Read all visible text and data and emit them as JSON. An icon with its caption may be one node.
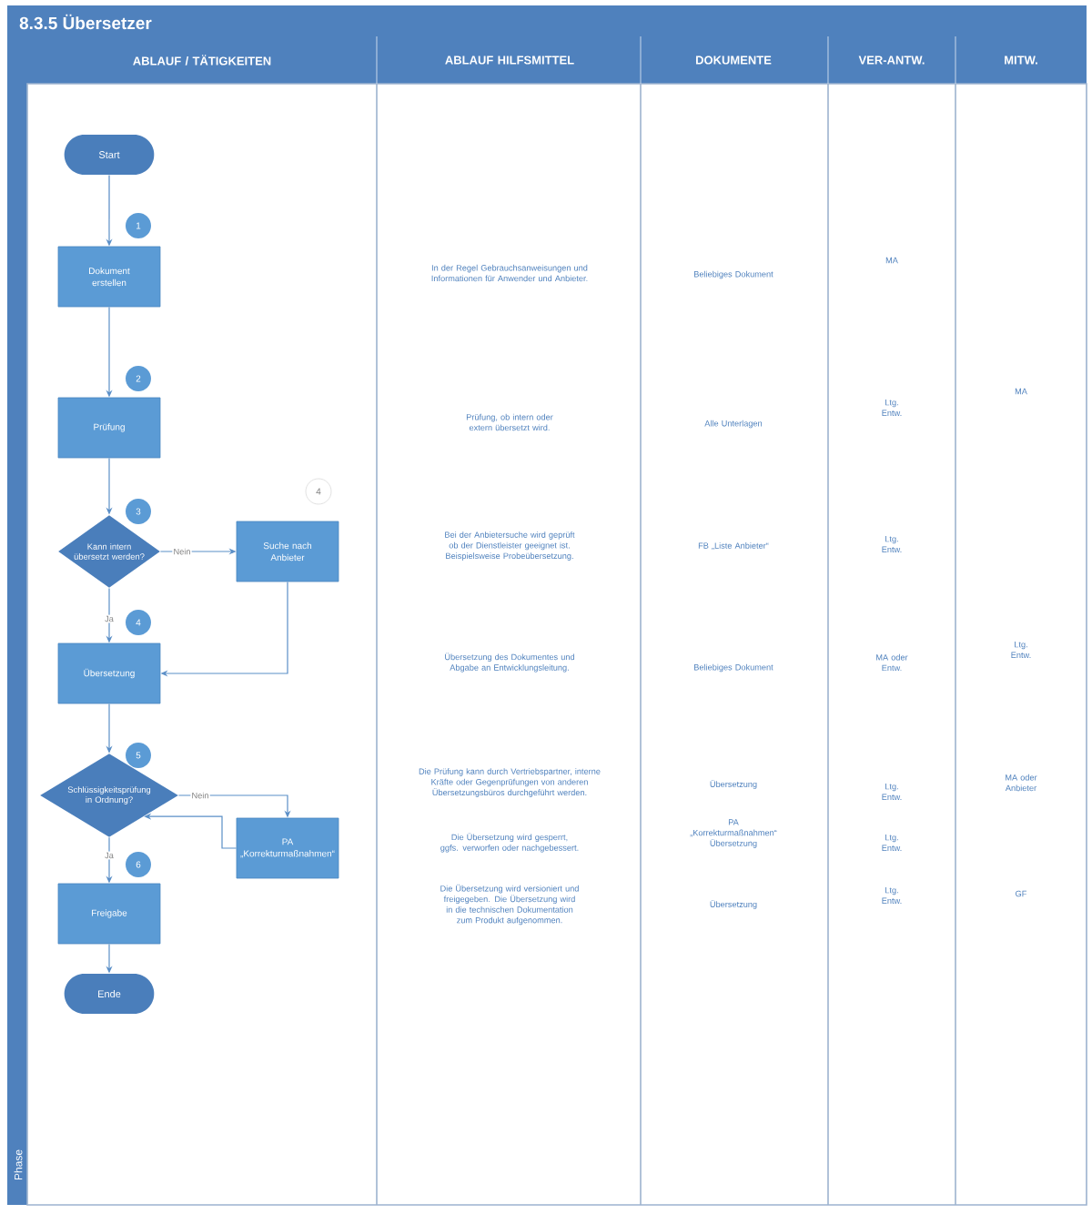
{
  "diagram": {
    "title": "8.3.5 Übersetzer",
    "nodes": [
      {
        "text": [
          "Start"
        ]
      },
      {
        "text": [
          "Dokument erstellen"
        ]
      },
      {
        "text": [
          "Prüfung"
        ]
      },
      {
        "text": [
          "Kann intern übersetzt werden?"
        ]
      },
      {
        "text": [
          "Suche nach Anbieter"
        ]
      },
      {
        "text": [
          "Übersetzung"
        ]
      },
      {
        "text": [
          "Schlüssigkeitsprüfung in Ordnung?"
        ]
      },
      {
        "text": [
          "PA „Korrekturmaßnahmen“"
        ]
      },
      {
        "text": [
          "Freigabe"
        ]
      },
      {
        "text": [
          "Ende"
        ]
      },
      {
        "text": [
          "1"
        ]
      },
      {
        "text": [
          "2"
        ]
      },
      {
        "text": [
          "3"
        ]
      },
      {
        "text": [
          "4"
        ]
      },
      {
        "text": [
          "4"
        ]
      },
      {
        "text": [
          "5"
        ]
      },
      {
        "text": [
          "6"
        ]
      }
    ],
    "edges": [
      {
        "from": 0,
        "to": 1,
        "arrow": "to"
      },
      {
        "from": 1,
        "to": 2,
        "arrow": "to"
      },
      {
        "from": 2,
        "to": 3,
        "arrow": "to"
      },
      {
        "from": 3,
        "to": 4,
        "arrow": "to",
        "label": "Nein"
      },
      {
        "from": 4,
        "to": 5,
        "arrow": "to"
      },
      {
        "from": 3,
        "to": 5,
        "arrow": "to",
        "label": "Ja"
      },
      {
        "from": 5,
        "to": 6,
        "arrow": "to"
      },
      {
        "from": 6,
        "to": 7,
        "arrow": "to",
        "label": "Nein"
      },
      {
        "from": 7,
        "to": 6,
        "arrow": "to"
      },
      {
        "from": 6,
        "to": 8,
        "arrow": "to",
        "label": "Ja"
      },
      {
        "from": 8,
        "to": 9,
        "arrow": "to"
      }
    ],
    "labels": [
      "ABLAUF / TÄTIGKEITEN",
      "ABLAUF HILFSMITTEL",
      "DOKUMENTE",
      "VER-ANTW.",
      "MITW.",
      "In der Regel Gebrauchsanweisungen und Informationen für Anwender und Anbieter.",
      "Beliebiges Dokument",
      "MA",
      "Prüfung, ob intern oder extern übersetzt wird.",
      "Alle Unterlagen",
      "Ltg. Entw.",
      "MA",
      "Bei der Anbietersuche wird geprüft ob der Dienstleister geeignet ist. Beispielsweise Probeübersetzung.",
      "FB „Liste Anbieter“",
      "Ltg. Entw.",
      "Übersetzung des Dokumentes und Abgabe an Entwicklungsleitung.",
      "Beliebiges Dokument",
      "MA oder Entw.",
      "Ltg. Entw.",
      "Die Prüfung kann durch Vertriebspartner, interne Kräfte oder Gegenprüfungen von anderen Übersetzungsbüros durchgeführt werden.",
      "Übersetzung",
      "Ltg. Entw.",
      "MA oder Anbieter",
      "Die Übersetzung wird gesperrt, ggfs. verworfen oder nachgebessert.",
      "PA „Korrekturmaßnahmen“ Übersetzung",
      "Ltg. Entw.",
      "Die Übersetzung wird versioniert und freigegeben. Die Übersetzung wird in die technischen Dokumentation zum Produkt aufgenommen.",
      "Übersetzung",
      "Ltg. Entw.",
      "GF",
      "Phase"
    ]
  }
}
